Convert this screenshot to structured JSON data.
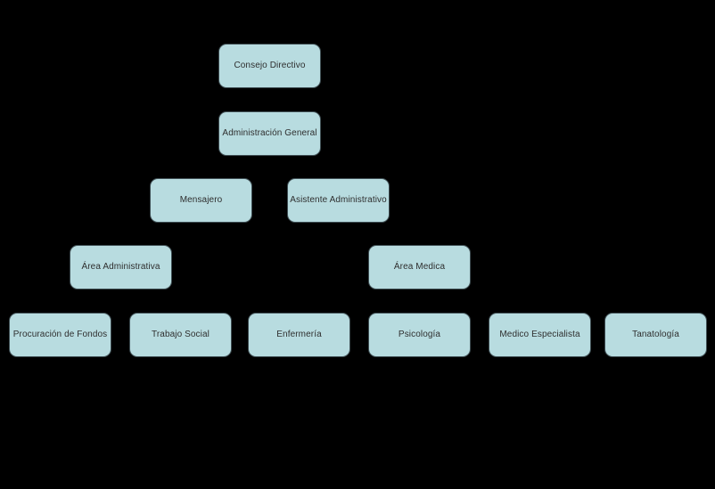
{
  "chart_data": {
    "type": "org-chart",
    "title": "",
    "background": "#000000",
    "colors": {
      "background": "#000000",
      "node_fill": "#b8dce0",
      "node_border": "#3f4e53",
      "node_text": "#2e2e2e"
    },
    "levels": [
      [
        "Consejo Directivo"
      ],
      [
        "Administración General"
      ],
      [
        "Mensajero",
        "Asistente Administrativo"
      ],
      [
        "Área Administrativa",
        "Área Medica"
      ],
      [
        "Procuración de Fondos",
        "Trabajo Social",
        "Enfermería",
        "Psicología",
        "Medico Especialista",
        "Tanatología"
      ]
    ],
    "nodes": [
      {
        "id": "consejo-directivo",
        "label": "Consejo Directivo",
        "row": 1
      },
      {
        "id": "administracion-general",
        "label": "Administración General",
        "row": 2
      },
      {
        "id": "mensajero",
        "label": "Mensajero",
        "row": 3
      },
      {
        "id": "asistente-administrativo",
        "label": "Asistente Administrativo",
        "row": 3
      },
      {
        "id": "area-administrativa",
        "label": "Área Administrativa",
        "row": 4
      },
      {
        "id": "area-medica",
        "label": "Área Medica",
        "row": 4
      },
      {
        "id": "procuracion-de-fondos",
        "label": "Procuración de Fondos",
        "row": 5
      },
      {
        "id": "trabajo-social",
        "label": "Trabajo Social",
        "row": 5
      },
      {
        "id": "enfermeria",
        "label": "Enfermería",
        "row": 5
      },
      {
        "id": "psicologia",
        "label": "Psicología",
        "row": 5
      },
      {
        "id": "medico-especialista",
        "label": "Medico Especialista",
        "row": 5
      },
      {
        "id": "tanatologia",
        "label": "Tanatología",
        "row": 5
      }
    ]
  }
}
